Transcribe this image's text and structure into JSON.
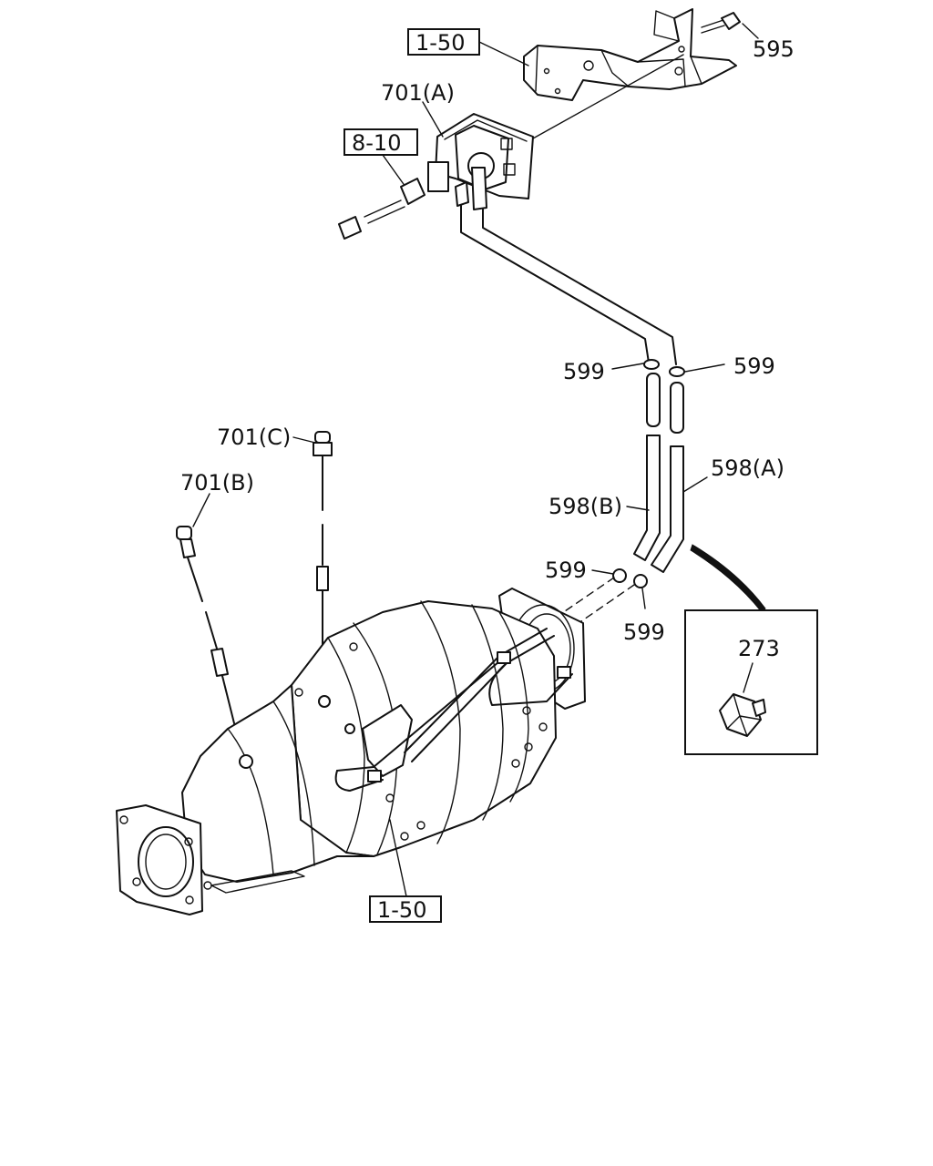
{
  "refs": {
    "ref_top": "1-50",
    "ref_harness": "8-10",
    "ref_bottom": "1-50"
  },
  "callouts": {
    "bolt": "595",
    "sensor_a": "701(A)",
    "sensor_b": "701(B)",
    "sensor_c": "701(C)",
    "clamp_left_upper": "599",
    "clamp_right_upper": "599",
    "clamp_left_lower": "599",
    "clamp_right_lower": "599",
    "hose_a": "598(A)",
    "hose_b": "598(B)"
  },
  "detail": {
    "part_number": "273"
  }
}
